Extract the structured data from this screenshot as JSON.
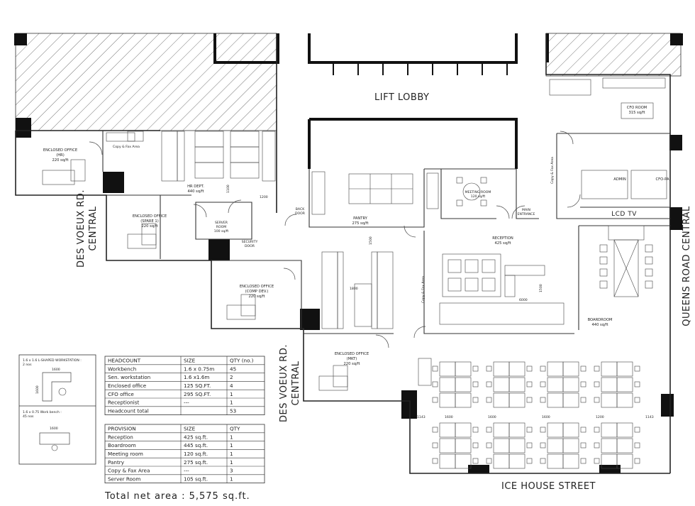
{
  "streets": {
    "lift_lobby": "LIFT LOBBY",
    "des_voeux_left": [
      "DES VOEUX RD.",
      "CENTRAL"
    ],
    "des_voeux_mid": [
      "DES VOEUX RD.",
      "CENTRAL"
    ],
    "queens_road": "QUEENS ROAD CENTRAL",
    "ice_house": "ICE HOUSE STREET"
  },
  "rooms": {
    "hr_office": [
      "ENCLOSED OFFICE",
      "(HR)",
      "220 sq/ft"
    ],
    "copy_fax_1": "Copy & Fax Area",
    "hr_dept": [
      "HR DEPT.",
      "440 sq/ft"
    ],
    "spare_office": [
      "ENCLOSED OFFICE",
      "(SPARE 1)",
      "220 sq/ft"
    ],
    "server_room": [
      "SERVER",
      "ROOM",
      "100 sq/ft"
    ],
    "security_door": [
      "SECURITY",
      "DOOR"
    ],
    "comp_dev": [
      "ENCLOSED OFFICE",
      "(COMP DEV.)",
      "220 sq/ft"
    ],
    "pantry": [
      "PANTRY",
      "275 sq/ft"
    ],
    "back_door": [
      "BACK",
      "DOOR"
    ],
    "meeting_room": [
      "MEETING ROOM",
      "120 sq/ft"
    ],
    "main_entrance": [
      "MAIN",
      "ENTRANCE"
    ],
    "reception": [
      "RECEPTION",
      "425 sq/ft"
    ],
    "copy_fax_2": "Copy & Fax Area",
    "copy_fax_3": "Copy & Fax Area",
    "cfo_room": [
      "CFO ROOM",
      "315 sq/ft"
    ],
    "admin": "ADMIN",
    "cfo_pa": "CFO-PA",
    "lcd_tv": "LCD TV",
    "boardroom": [
      "BOARDROOM",
      "440 sq/ft"
    ],
    "mkt_office": [
      "ENCLOSED OFFICE",
      "(MKT)",
      "220 sq/ft"
    ]
  },
  "dims": {
    "d1200a": "1200",
    "d1200b": "1200",
    "d1100": "1100",
    "d1500a": "1500",
    "d1800": "1800",
    "d1500b": "1500",
    "d1600a": "1600",
    "d1600b": "1600",
    "d1600c": "1600",
    "d1143a": "1143",
    "d1143b": "1143",
    "d6000": "6000"
  },
  "legend": {
    "l_shape": [
      "1.6 x 1.6 L-SHAPED WORKSTATION :",
      "2 nos"
    ],
    "l_dim_w": "1600",
    "l_dim_h": "1600",
    "bench": [
      "1.6 x 0.75 Work bench :",
      "45 nos"
    ],
    "bench_dim": "1600"
  },
  "headcount_table": {
    "headers": [
      "HEADCOUNT",
      "SIZE",
      "QTY (no.)"
    ],
    "rows": [
      [
        "Workbench",
        "1.6 x 0.75m",
        "45"
      ],
      [
        "Sen. workstation",
        "1.6 x1.6m",
        "2"
      ],
      [
        "Enclosed office",
        "125 SQ.FT.",
        "4"
      ],
      [
        "CFO office",
        "295 SQ.FT.",
        "1"
      ],
      [
        "Receptionist",
        "---",
        "1"
      ],
      [
        "Headcount total",
        "",
        "53"
      ]
    ]
  },
  "provision_table": {
    "headers": [
      "PROVISION",
      "SIZE",
      "QTY"
    ],
    "rows": [
      [
        "Reception",
        "425 sq.ft.",
        "1"
      ],
      [
        "Boardroom",
        "445 sq.ft.",
        "1"
      ],
      [
        "Meeting room",
        "120 sq.ft.",
        "1"
      ],
      [
        "Pantry",
        "275 sq.ft.",
        "1"
      ],
      [
        "Copy & Fax Area",
        "---",
        "3"
      ],
      [
        "Server Room",
        "105 sq.ft.",
        "1"
      ]
    ]
  },
  "total_area": "Total net area : 5,575 sq.ft."
}
